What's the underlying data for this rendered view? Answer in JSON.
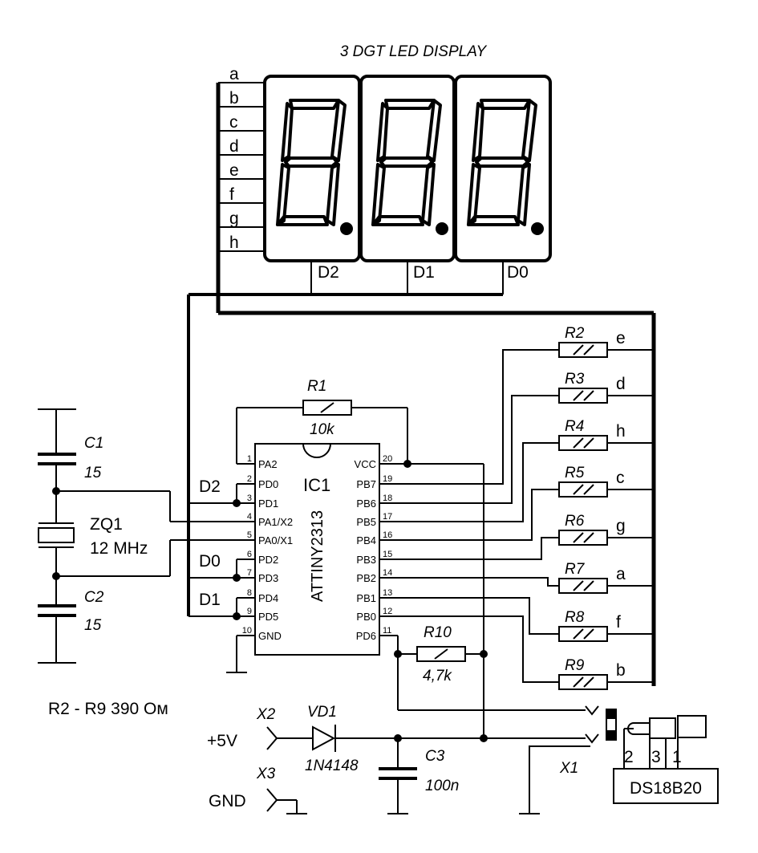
{
  "display": {
    "title": "3 DGT LED DISPLAY",
    "segment_labels": [
      "a",
      "b",
      "c",
      "d",
      "e",
      "f",
      "g",
      "h"
    ],
    "digit_labels": [
      "D2",
      "D1",
      "D0"
    ]
  },
  "ic": {
    "name": "IC1",
    "part": "ATTINY2313",
    "left_pins": [
      {
        "num": "1",
        "name": "PA2"
      },
      {
        "num": "2",
        "name": "PD0"
      },
      {
        "num": "3",
        "name": "PD1"
      },
      {
        "num": "4",
        "name": "PA1/X2"
      },
      {
        "num": "5",
        "name": "PA0/X1"
      },
      {
        "num": "6",
        "name": "PD2"
      },
      {
        "num": "7",
        "name": "PD3"
      },
      {
        "num": "8",
        "name": "PD4"
      },
      {
        "num": "9",
        "name": "PD5"
      },
      {
        "num": "10",
        "name": "GND"
      }
    ],
    "right_pins": [
      {
        "num": "20",
        "name": "VCC"
      },
      {
        "num": "19",
        "name": "PB7"
      },
      {
        "num": "18",
        "name": "PB6"
      },
      {
        "num": "17",
        "name": "PB5"
      },
      {
        "num": "16",
        "name": "PB4"
      },
      {
        "num": "15",
        "name": "PB3"
      },
      {
        "num": "14",
        "name": "PB2"
      },
      {
        "num": "13",
        "name": "PB1"
      },
      {
        "num": "12",
        "name": "PB0"
      },
      {
        "num": "11",
        "name": "PD6"
      }
    ]
  },
  "resistor_bank": [
    {
      "ref": "R2",
      "seg": "e"
    },
    {
      "ref": "R3",
      "seg": "d"
    },
    {
      "ref": "R4",
      "seg": "h"
    },
    {
      "ref": "R5",
      "seg": "c"
    },
    {
      "ref": "R6",
      "seg": "g"
    },
    {
      "ref": "R7",
      "seg": "a"
    },
    {
      "ref": "R8",
      "seg": "f"
    },
    {
      "ref": "R9",
      "seg": "b"
    }
  ],
  "components": {
    "r1": {
      "ref": "R1",
      "value": "10k"
    },
    "r10": {
      "ref": "R10",
      "value": "4,7k"
    },
    "c1": {
      "ref": "C1",
      "value": "15"
    },
    "c2": {
      "ref": "C2",
      "value": "15"
    },
    "zq1": {
      "ref": "ZQ1",
      "value": "12 MHz"
    },
    "c3": {
      "ref": "C3",
      "value": "100n"
    },
    "vd1": {
      "ref": "VD1",
      "value": "1N4148"
    },
    "x1": {
      "ref": "X1"
    },
    "x2": {
      "ref": "X2",
      "label": "+5V"
    },
    "x3": {
      "ref": "X3",
      "label": "GND"
    },
    "sensor": {
      "name": "DS18B20",
      "pins": [
        "2",
        "3",
        "1"
      ]
    }
  },
  "net_labels": {
    "d2": "D2",
    "d0": "D0",
    "d1": "D1"
  },
  "note": "R2 - R9 390 Ом"
}
